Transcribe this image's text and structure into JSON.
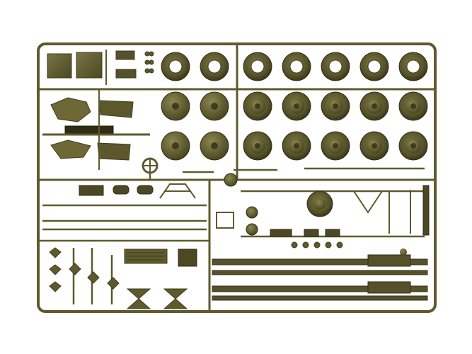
{
  "image": {
    "subject": "plastic-model-kit-sprue",
    "colors": {
      "background": "#ffffff",
      "plastic": "#5e5a2e",
      "plastic_dark": "#3f3c1c",
      "plastic_light": "#8a8550",
      "highlight": "#b3ae76"
    },
    "part_groups": {
      "tire_rows": 2,
      "wheel_rows": 2,
      "tires_per_row": 7
    }
  }
}
